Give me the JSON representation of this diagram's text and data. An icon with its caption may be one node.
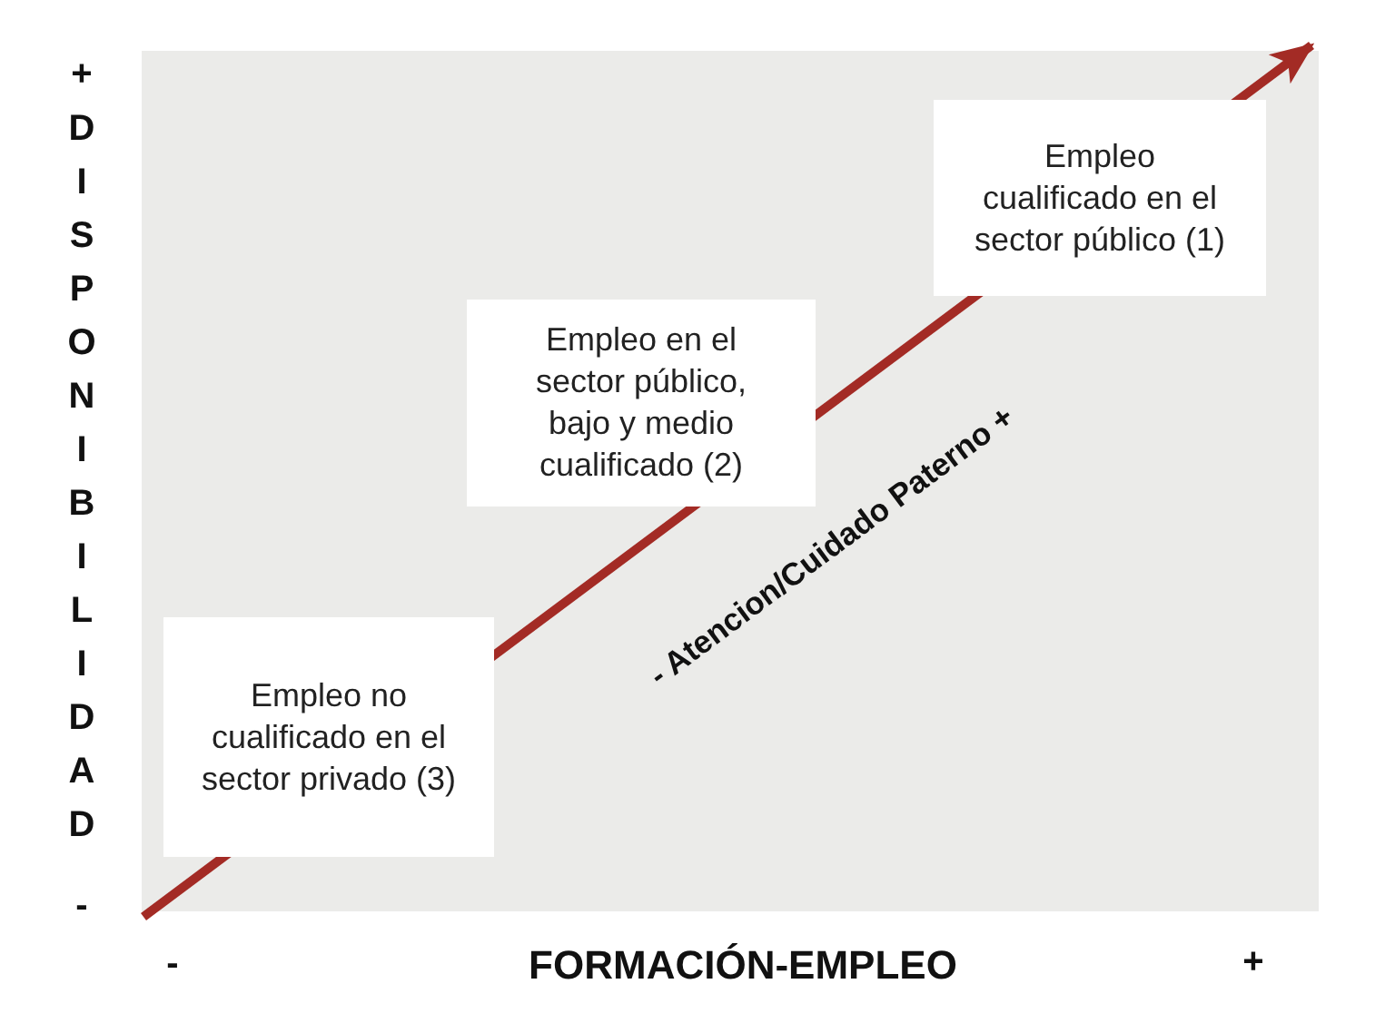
{
  "diagram": {
    "nodes": [
      {
        "text": [
          "Empleo cualificado en el sector público (1)"
        ]
      },
      {
        "text": [
          "Empleo en el sector público, bajo y medio cualificado (2)"
        ]
      },
      {
        "text": [
          "Empleo no cualificado en el sector privado (3)"
        ]
      }
    ],
    "labels": [
      "+",
      "DISPONIBILIDAD",
      "- Atencion/Cuidado Paterno +",
      "-",
      "-",
      "FORMACIÓN-EMPLEO",
      "+"
    ]
  }
}
